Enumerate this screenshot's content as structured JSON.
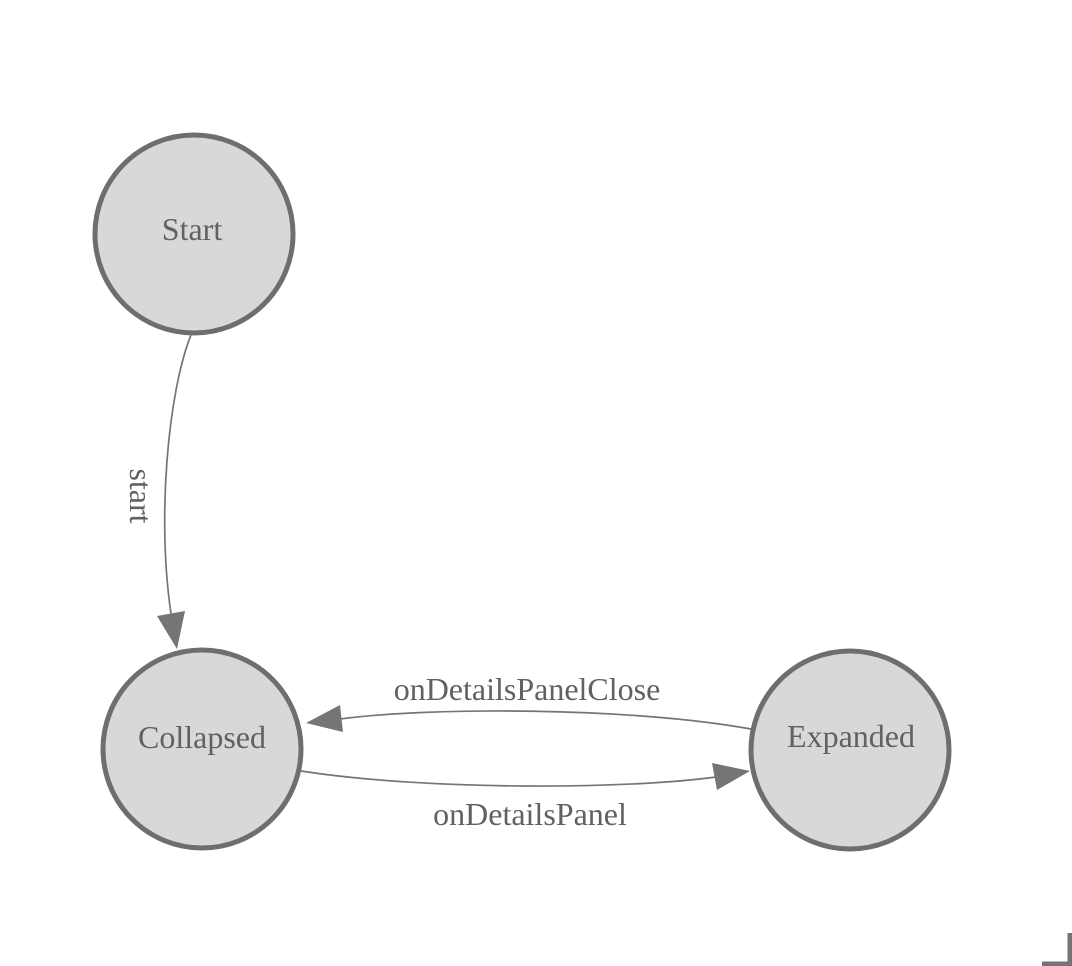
{
  "diagram": {
    "kind": "state-machine",
    "nodes": [
      {
        "id": "start-state",
        "label": "Start"
      },
      {
        "id": "collapsed-state",
        "label": "Collapsed"
      },
      {
        "id": "expanded-state",
        "label": "Expanded"
      }
    ],
    "edges": [
      {
        "from": "Start",
        "to": "Collapsed",
        "label": "start"
      },
      {
        "from": "Expanded",
        "to": "Collapsed",
        "label": "onDetailsPanelClose"
      },
      {
        "from": "Collapsed",
        "to": "Expanded",
        "label": "onDetailsPanel"
      }
    ],
    "colors": {
      "background": "#ffffff",
      "node_fill": "#d8d8d8",
      "node_stroke": "#6e6e6e",
      "edge_stroke": "#757575",
      "label_text": "#616161",
      "paper_corner": "#747474"
    }
  }
}
